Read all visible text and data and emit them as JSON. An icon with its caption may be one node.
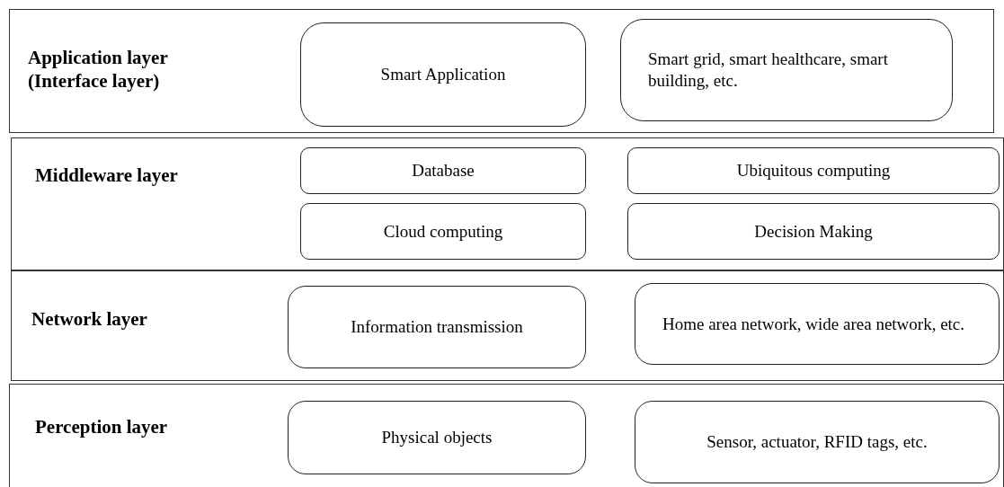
{
  "diagram": {
    "nodes": [
      {
        "text": [
          "Application layer (Interface layer)"
        ]
      },
      {
        "text": [
          "Smart Application"
        ],
        "in": 0
      },
      {
        "text": [
          "Smart grid, smart healthcare, smart building, etc."
        ],
        "in": 0
      },
      {
        "text": [
          "Middleware layer"
        ]
      },
      {
        "text": [
          "Database"
        ],
        "in": 3
      },
      {
        "text": [
          "Ubiquitous computing"
        ],
        "in": 3
      },
      {
        "text": [
          "Cloud computing"
        ],
        "in": 3
      },
      {
        "text": [
          "Decision Making"
        ],
        "in": 3
      },
      {
        "text": [
          "Network layer"
        ]
      },
      {
        "text": [
          "Information transmission"
        ],
        "in": 8
      },
      {
        "text": [
          "Home area network, wide area network, etc."
        ],
        "in": 8
      },
      {
        "text": [
          "Perception layer"
        ]
      },
      {
        "text": [
          "Physical objects"
        ],
        "in": 11
      },
      {
        "text": [
          "Sensor, actuator, RFID tags, etc."
        ],
        "in": 11
      }
    ]
  }
}
